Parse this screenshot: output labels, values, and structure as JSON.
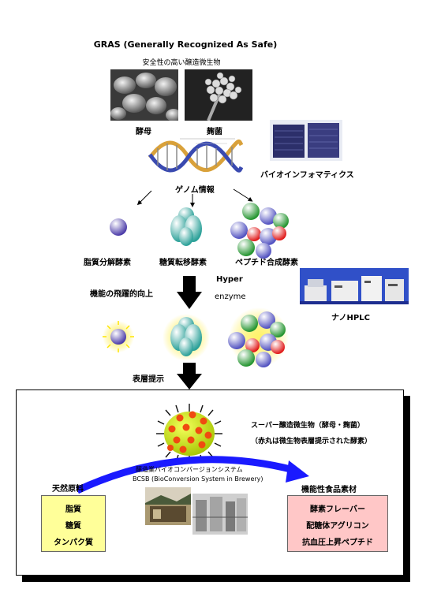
{
  "header": {
    "title": "GRAS (Generally Recognized As Safe)",
    "subtitle": "安全性の高い醸造微生物"
  },
  "organisms": {
    "yeast_label": "酵母",
    "koji_label": "麹菌"
  },
  "bioinformatics_label": "バイオインフォマティクス",
  "genome_label": "ゲノム情報",
  "enzymes": {
    "lipid": "脂質分解酵素",
    "sugar": "糖質転移酵素",
    "peptide": "ペプチド合成酵素"
  },
  "hyper": {
    "line1": "Hyper",
    "line2": "enzyme"
  },
  "improvement_label": "機能の飛躍的向上",
  "nano_hplc_label": "ナノHPLC",
  "surface_display_label": "表層提示",
  "super_microbe": {
    "line1": "スーパー醸造微生物（酵母・麹菌）",
    "line2": "（赤丸は微生物表層提示された酵素）"
  },
  "bcsb": {
    "line1": "醸造業バイオコンバージョンシステム",
    "line2": "BCSB (BioConversion System in Brewery)"
  },
  "raw": {
    "title": "天然原料",
    "items": [
      "脂質",
      "糖質",
      "タンパク質"
    ]
  },
  "product": {
    "title": "機能性食品素材",
    "items": [
      "酵素フレーバー",
      "配糖体アグリコン",
      "抗血圧上昇ペプチド"
    ]
  },
  "colors": {
    "arrow_blue": "#1a1aff",
    "raw_box": "#ffff99",
    "product_box": "#ffc7c7",
    "teal": "#40b0a8",
    "purple": "#5a4ab0",
    "green": "#3aa04a",
    "red": "#e02020",
    "halo": "#ffee33"
  }
}
